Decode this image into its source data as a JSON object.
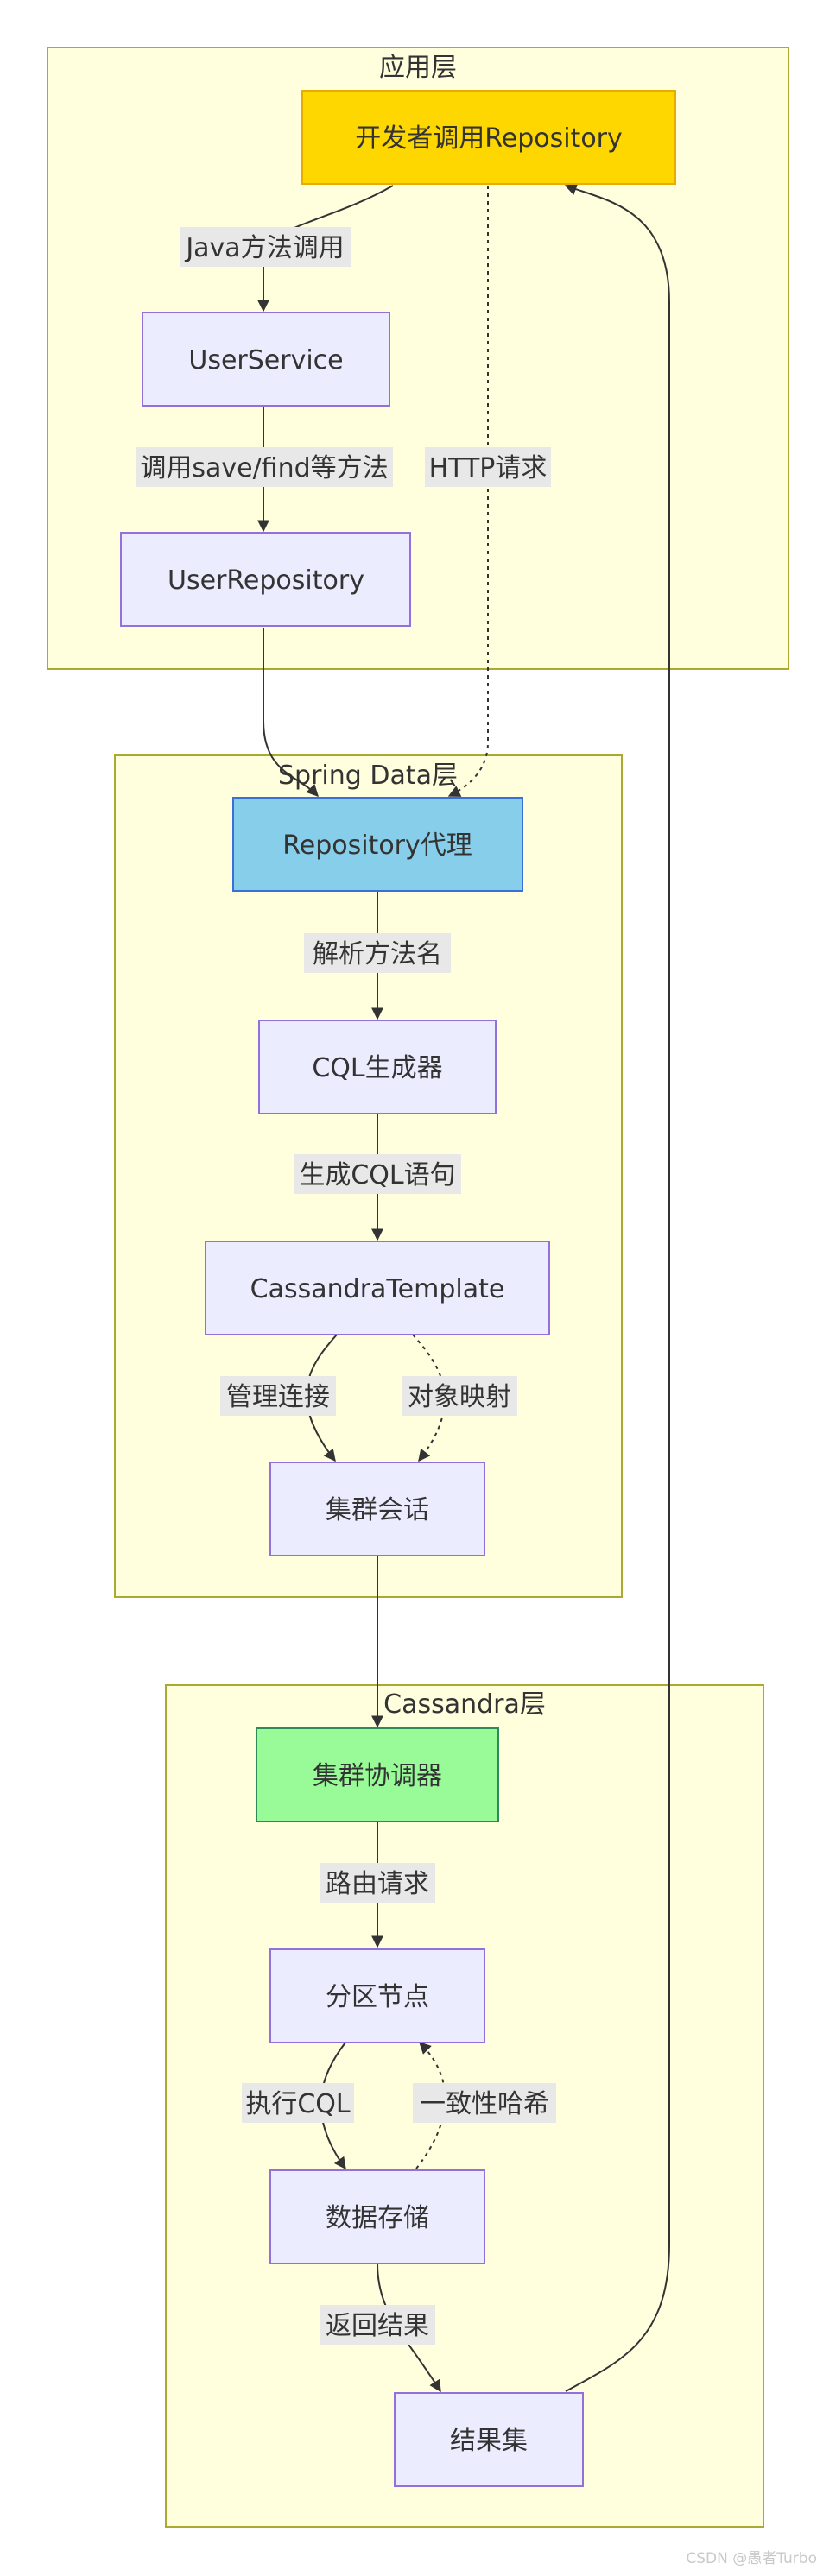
{
  "clusters": {
    "app": {
      "title": "应用层"
    },
    "spring": {
      "title": "Spring Data层"
    },
    "cassandra": {
      "title": "Cassandra层"
    }
  },
  "nodes": {
    "developer": "开发者调用Repository",
    "user_service": "UserService",
    "user_repository": "UserRepository",
    "repository_proxy": "Repository代理",
    "cql_generator": "CQL生成器",
    "cassandra_template": "CassandraTemplate",
    "cluster_session": "集群会话",
    "cluster_coordinator": "集群协调器",
    "partition_node": "分区节点",
    "data_storage": "数据存储",
    "result_set": "结果集"
  },
  "edges": {
    "java_call": "Java方法调用",
    "save_find": "调用save/find等方法",
    "http_request": "HTTP请求",
    "parse_method": "解析方法名",
    "generate_cql": "生成CQL语句",
    "manage_connection": "管理连接",
    "object_mapping": "对象映射",
    "route_request": "路由请求",
    "execute_cql": "执行CQL",
    "consistent_hash": "一致性哈希",
    "return_result": "返回结果"
  },
  "colors": {
    "cluster_fill": "#ffffde",
    "cluster_stroke": "#aaaa33",
    "default_node_fill": "#ececff",
    "default_node_stroke": "#9370db",
    "developer_fill": "#ffd700",
    "developer_stroke": "#e6ac00",
    "proxy_fill": "#87ceeb",
    "proxy_stroke": "#3a6fd8",
    "coordinator_fill": "#98fb98",
    "coordinator_stroke": "#2e8b57",
    "edge_label_bg": "#e8e8e8",
    "edge_stroke": "#333333"
  },
  "watermark": "CSDN @愚者Turbo"
}
